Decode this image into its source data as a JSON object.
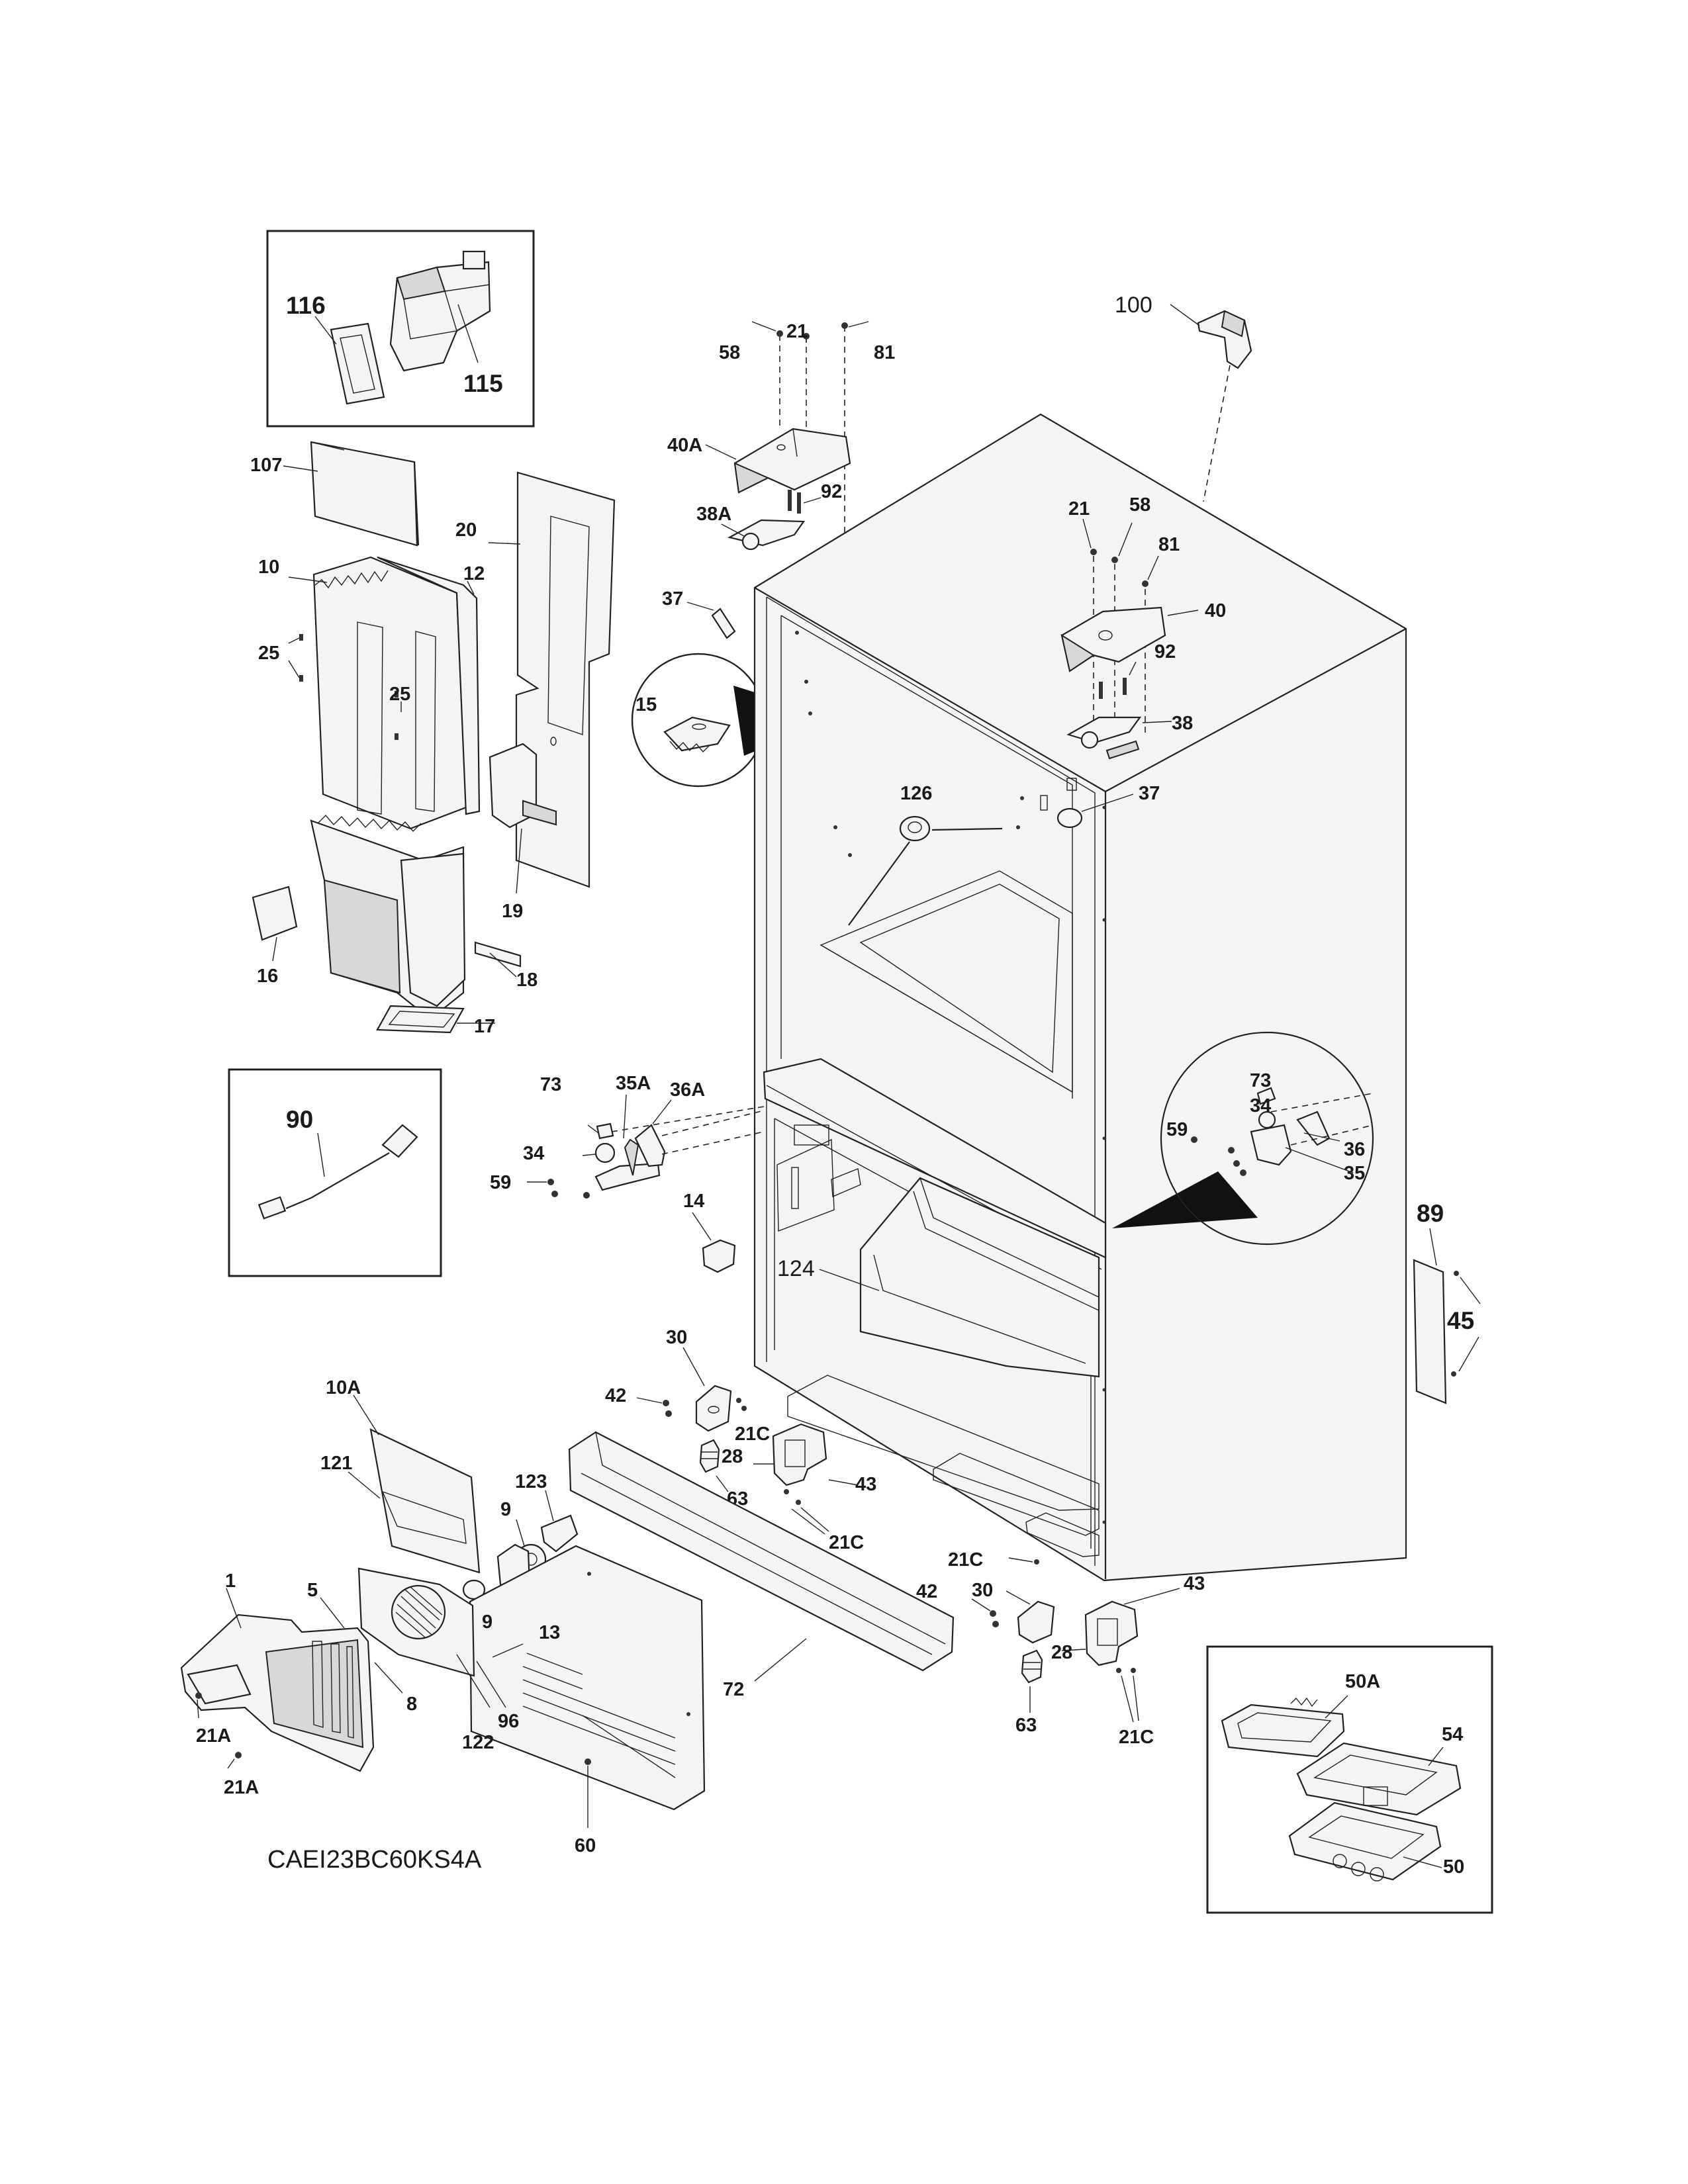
{
  "model_number": "CAEI23BC60KS4A",
  "part_labels": {
    "p116": "116",
    "p115": "115",
    "p107": "107",
    "p20": "20",
    "p10": "10",
    "p12": "12",
    "p25a": "25",
    "p25b": "25",
    "p19": "19",
    "p16": "16",
    "p18": "18",
    "p17": "17",
    "p90": "90",
    "p58a": "58",
    "p21a": "21",
    "p81a": "81",
    "p40A": "40A",
    "p92a": "92",
    "p38A": "38A",
    "p37a": "37",
    "p15": "15",
    "p100": "100",
    "p21b": "21",
    "p58b": "58",
    "p81b": "81",
    "p40": "40",
    "p92b": "92",
    "p38": "38",
    "p37b": "37",
    "p126": "126",
    "p73a": "73",
    "p35A": "35A",
    "p36A": "36A",
    "p34a": "34",
    "p59a": "59",
    "p14": "14",
    "p124": "124",
    "p73b": "73",
    "p34b": "34",
    "p59b": "59",
    "p36": "36",
    "p35": "35",
    "p89": "89",
    "p45": "45",
    "p30a": "30",
    "p42a": "42",
    "p21Ca": "21C",
    "p28a": "28",
    "p63a": "63",
    "p43a": "43",
    "p21Cb": "21C",
    "p10A": "10A",
    "p121": "121",
    "p123": "123",
    "p9a": "9",
    "p9b": "9",
    "p13": "13",
    "p1": "1",
    "p5": "5",
    "p8": "8",
    "p96": "96",
    "p122": "122",
    "p21Aa": "21A",
    "p21Ab": "21A",
    "p60": "60",
    "p72": "72",
    "p21Cc": "21C",
    "p42b": "42",
    "p30b": "30",
    "p43b": "43",
    "p28b": "28",
    "p63b": "63",
    "p21Cd": "21C",
    "p50A": "50A",
    "p54": "54",
    "p50": "50"
  }
}
